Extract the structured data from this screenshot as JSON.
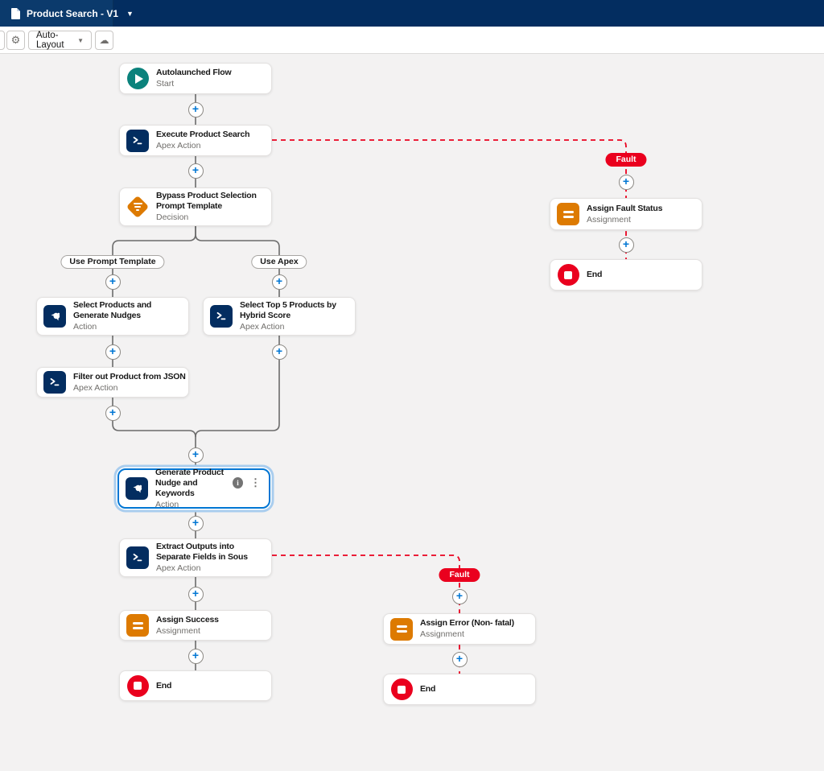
{
  "header": {
    "title": "Product Search - V1"
  },
  "toolbar": {
    "layout_mode": "Auto-Layout"
  },
  "flow": {
    "branch_labels": {
      "left": "Use Prompt Template",
      "right": "Use Apex"
    },
    "fault_pills": [
      "Fault",
      "Fault"
    ],
    "nodes": {
      "start": {
        "title": "Autolaunched Flow",
        "subtitle": "Start"
      },
      "execute_product_search": {
        "title": "Execute Product Search",
        "subtitle": "Apex Action"
      },
      "bypass_decision": {
        "title": "Bypass Product Selection Prompt Template",
        "subtitle": "Decision"
      },
      "select_products": {
        "title": "Select Products and Generate Nudges",
        "subtitle": "Action"
      },
      "select_top5": {
        "title": "Select Top 5 Products by Hybrid Score",
        "subtitle": "Apex Action"
      },
      "filter_json": {
        "title": "Filter out Product from JSON",
        "subtitle": "Apex Action"
      },
      "generate_nudge": {
        "title": "Generate Product Nudge and Keywords",
        "subtitle": "Action"
      },
      "extract_outputs": {
        "title": "Extract Outputs into Separate Fields in Sous",
        "subtitle": "Apex Action"
      },
      "assign_success": {
        "title": "Assign Success",
        "subtitle": "Assignment"
      },
      "end_main": {
        "title": "End"
      },
      "assign_fault": {
        "title": "Assign Fault Status",
        "subtitle": "Assignment"
      },
      "end_fault": {
        "title": "End"
      },
      "assign_error": {
        "title": "Assign Error (Non- fatal)",
        "subtitle": "Assignment"
      },
      "end_error": {
        "title": "End"
      }
    },
    "colors": {
      "header_navy": "#032d60",
      "accent_blue": "#0176d3",
      "apex_icon_navy": "#032d60",
      "decision_orange": "#dd7a01",
      "assignment_orange": "#dd7a01",
      "start_teal": "#0b827c",
      "end_red": "#ea001e",
      "fault_red": "#ea001e"
    }
  }
}
